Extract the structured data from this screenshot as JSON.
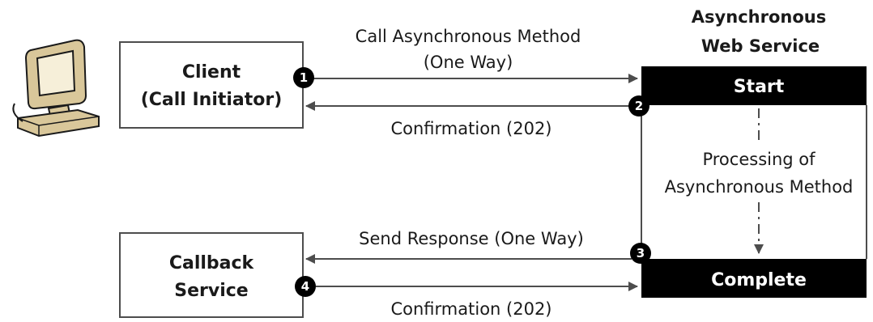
{
  "service": {
    "title_line1": "Asynchronous",
    "title_line2": "Web Service",
    "start_label": "Start",
    "complete_label": "Complete",
    "processing_line1": "Processing of",
    "processing_line2": "Asynchronous Method"
  },
  "client": {
    "line1": "Client",
    "line2": "(Call Initiator)",
    "icon": "computer-icon"
  },
  "callback": {
    "line1": "Callback",
    "line2": "Service"
  },
  "messages": {
    "call_line1": "Call Asynchronous Method",
    "call_line2": "(One Way)",
    "confirmation_top": "Confirmation (202)",
    "send_response": "Send Response (One Way)",
    "confirmation_bottom": "Confirmation (202)"
  },
  "steps": {
    "s1": "1",
    "s2": "2",
    "s3": "3",
    "s4": "4"
  },
  "colors": {
    "ink": "#1a1a1a",
    "line": "#4d4d4d",
    "computer_tan": "#d9c79a"
  }
}
